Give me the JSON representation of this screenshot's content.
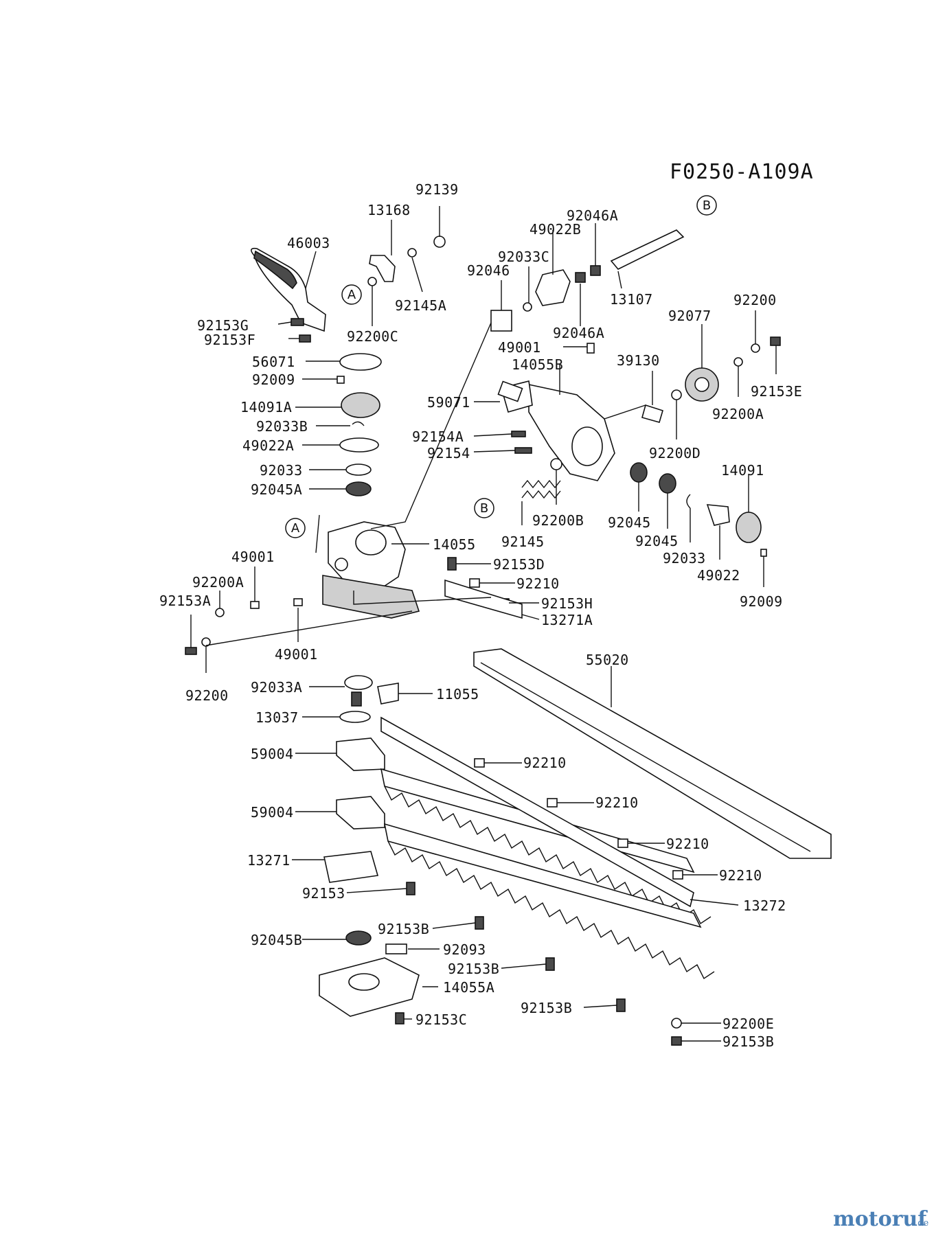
{
  "diagram_code": "F0250-A109A",
  "callouts": {
    "a": "A",
    "b": "B"
  },
  "watermark": {
    "brand": "motoruf",
    "suffix": ".de"
  },
  "labels": [
    "92139",
    "13168",
    "46003",
    "92145A",
    "92153G",
    "92153F",
    "92200C",
    "56071",
    "92009",
    "14091A",
    "92033B",
    "49022A",
    "92033",
    "92045A",
    "49001",
    "92200A",
    "92153A",
    "92200",
    "14055",
    "92033A",
    "13037",
    "59004",
    "59004",
    "13271",
    "92153",
    "92045B",
    "92153C",
    "14055A",
    "92093",
    "92153B",
    "92153B",
    "92153B",
    "92210",
    "92210",
    "92210",
    "92210",
    "13272",
    "92200E",
    "92153B",
    "11055",
    "55020",
    "92153D",
    "92210",
    "92153H",
    "13271A",
    "92046A",
    "49022B",
    "92033C",
    "92046",
    "13107",
    "92046A",
    "49001",
    "14055B",
    "39130",
    "92077",
    "92200",
    "92153E",
    "92200A",
    "59071",
    "92154A",
    "92154",
    "92200D",
    "92145",
    "92200B",
    "92045",
    "92045",
    "92033",
    "49022",
    "14091",
    "92009",
    "49001"
  ]
}
